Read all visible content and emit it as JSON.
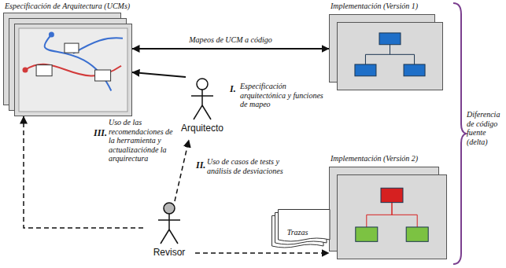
{
  "diagram": {
    "nodes": [
      {
        "text": [
          "Especificación de Arquitectura (UCMs)"
        ]
      },
      {
        "text": [
          "Implementación (Versión 1)"
        ]
      },
      {
        "text": [
          "Arquitecto"
        ]
      },
      {
        "text": [
          "Implementación (Versión 2)"
        ]
      },
      {
        "text": [
          "Revisor"
        ]
      },
      {
        "text": [
          "Trazas"
        ]
      }
    ],
    "edges": [
      {
        "from": 0,
        "to": 1,
        "arrow": "both",
        "label": "Mapeos de UCM a código"
      },
      {
        "from": 2,
        "to": 0,
        "arrow": "to"
      },
      {
        "from": 4,
        "to": 2,
        "arrow": "to"
      },
      {
        "from": 4,
        "to": 0,
        "arrow": "to"
      },
      {
        "from": 4,
        "to": 3,
        "arrow": "to"
      }
    ],
    "labels": [
      "I.",
      "Especificación arquitectónica y funciones de mapeo",
      "III.",
      "Uso de las recomendaciones de la herramienta y actualizaciónde la arquirectura",
      "II.",
      "Uso de casos de tests y análisis de desviaciones",
      "Diferencia de código fuente (delta)"
    ]
  }
}
